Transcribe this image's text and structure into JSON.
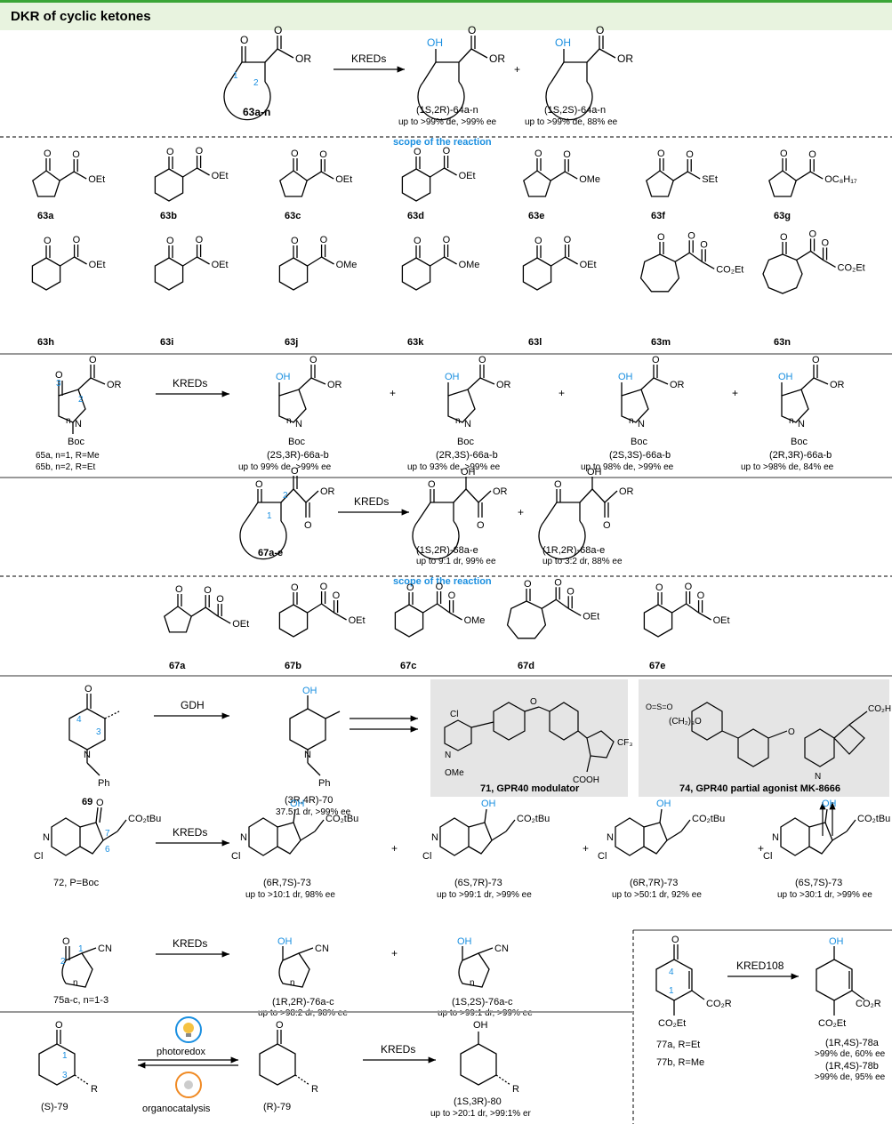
{
  "header": {
    "title": "DKR of cyclic ketones"
  },
  "scope_label": "scope of the reaction",
  "colors": {
    "accent": "#1a8fe0",
    "header_bar": "#3aa537",
    "header_bg": "#e8f3df",
    "panel_bg": "#e5e5e5"
  },
  "section1": {
    "substrate": "63a-n",
    "reagent": "KREDs",
    "plus": "+",
    "product1": {
      "label": "(1S,2R)-64a-n",
      "note": "up to >99% de, >99% ee"
    },
    "product2": {
      "label": "(1S,2S)-64a-n",
      "note": "up to >99% de, 88% ee"
    },
    "scope": [
      {
        "id": "63a",
        "group": "OEt"
      },
      {
        "id": "63b",
        "group": "OEt"
      },
      {
        "id": "63c",
        "group": "OEt"
      },
      {
        "id": "63d",
        "group": "OEt"
      },
      {
        "id": "63e",
        "group": "OMe"
      },
      {
        "id": "63f",
        "group": "SEt"
      },
      {
        "id": "63g",
        "group": "OC8H17"
      },
      {
        "id": "63h",
        "group": "OEt"
      },
      {
        "id": "63i",
        "group": "OEt"
      },
      {
        "id": "63j",
        "group": "OMe"
      },
      {
        "id": "63k",
        "group": "OMe"
      },
      {
        "id": "63l",
        "group": "OEt"
      },
      {
        "id": "63m",
        "group": "CO2Et"
      },
      {
        "id": "63n",
        "group": "CO2Et"
      }
    ]
  },
  "section2": {
    "substrate_a": "65a, n=1, R=Me",
    "substrate_b": "65b, n=2, R=Et",
    "reagent": "KREDs",
    "products": [
      {
        "label": "(2S,3R)-66a-b",
        "note": "up to 99% de, >99% ee"
      },
      {
        "label": "(2R,3S)-66a-b",
        "note": "up to 93% de, >99% ee"
      },
      {
        "label": "(2S,3S)-66a-b",
        "note": "up to 98% de, >99% ee"
      },
      {
        "label": "(2R,3R)-66a-b",
        "note": "up to >98% de, 84% ee"
      }
    ]
  },
  "section3": {
    "substrate": "67a-e",
    "reagent": "KREDs",
    "product1": {
      "label": "(1S,2R)-68a-e",
      "note": "up to 9:1 dr, 99% ee"
    },
    "product2": {
      "label": "(1R,2R)-68a-e",
      "note": "up to 3:2 dr, 88% ee"
    },
    "scope": [
      {
        "id": "67a",
        "group": "OEt"
      },
      {
        "id": "67b",
        "group": "OEt"
      },
      {
        "id": "67c",
        "group": "OMe"
      },
      {
        "id": "67d",
        "group": "OEt"
      },
      {
        "id": "67e",
        "group": "OEt"
      }
    ]
  },
  "section4": {
    "substrate": "69",
    "reagent": "GDH",
    "product": {
      "label": "(3R,4R)-70",
      "note": "37.5:1 dr, >99% ee"
    },
    "drug1": "71, GPR40 modulator",
    "drug2": "74, GPR40 partial agonist MK-8666"
  },
  "section5": {
    "substrate": "72, P=Boc",
    "reagent": "KREDs",
    "products": [
      {
        "label": "(6R,7S)-73",
        "note": "up to >10:1 dr, 98% ee"
      },
      {
        "label": "(6S,7R)-73",
        "note": "up to >99:1 dr, >99% ee"
      },
      {
        "label": "(6R,7R)-73",
        "note": "up to >50:1 dr, 92% ee"
      },
      {
        "label": "(6S,7S)-73",
        "note": "up to >30:1 dr, >99% ee"
      }
    ]
  },
  "section6": {
    "substrate": "75a-c, n=1-3",
    "reagent": "KREDs",
    "product1": {
      "label": "(1R,2R)-76a-c",
      "note": "up to >98:2 dr, 98% ee"
    },
    "product2": {
      "label": "(1S,2S)-76a-c",
      "note": "up to >99:1 dr, >99% ee"
    }
  },
  "section7": {
    "substrate_a": "77a, R=Et",
    "substrate_b": "77b, R=Me",
    "reagent": "KRED108",
    "product_a": {
      "label": "(1R,4S)-78a",
      "note": ">99% de, 60% ee"
    },
    "product_b": {
      "label": "(1R,4S)-78b",
      "note": ">99% de, 95% ee"
    }
  },
  "section8": {
    "substrate": "(S)-79",
    "upper_condition": "photoredox",
    "lower_condition": "organocatalysis",
    "intermediate": "(R)-79",
    "reagent": "KREDs",
    "product": {
      "label": "(1S,3R)-80",
      "note": "up to >20:1 dr, >99:1% er"
    }
  }
}
